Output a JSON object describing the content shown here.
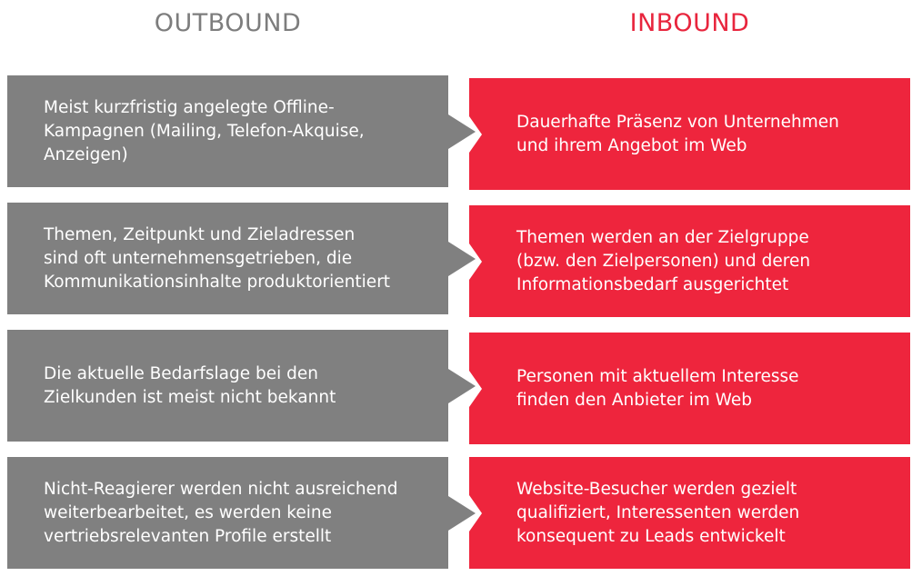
{
  "headers": {
    "outbound": "OUTBOUND",
    "inbound": "INBOUND"
  },
  "rows": [
    {
      "outbound": [
        "Meist kurzfristig angelegte Offline-",
        "Kampagnen (Mailing, Telefon-Akquise,",
        "Anzeigen)"
      ],
      "inbound": [
        "Dauerhafte Präsenz von Unternehmen",
        "und ihrem Angebot im Web"
      ]
    },
    {
      "outbound": [
        "Themen, Zeitpunkt und Zieladressen",
        "sind oft unternehmensgetrieben, die",
        "Kommunikationsinhalte produktorientiert"
      ],
      "inbound": [
        "Themen werden an der Zielgruppe",
        "(bzw. den Zielpersonen) und deren",
        "Informationsbedarf ausgerichtet"
      ]
    },
    {
      "outbound": [
        "Die aktuelle Bedarfslage bei den",
        "Zielkunden ist meist nicht bekannt"
      ],
      "inbound": [
        "Personen mit aktuellem Interesse",
        "finden den Anbieter im Web"
      ]
    },
    {
      "outbound": [
        "Nicht-Reagierer werden nicht ausreichend",
        "weiterbearbeitet, es werden keine",
        "vertriebsrelevanten Profile erstellt"
      ],
      "inbound": [
        "Website-Besucher werden gezielt",
        "qualifiziert, Interessenten werden",
        "konsequent zu Leads entwickelt"
      ]
    }
  ],
  "colors": {
    "outbound_box": "#808080",
    "inbound_box": "#ee253d",
    "outbound_header": "#7d7d7d",
    "inbound_header": "#e8253d"
  }
}
